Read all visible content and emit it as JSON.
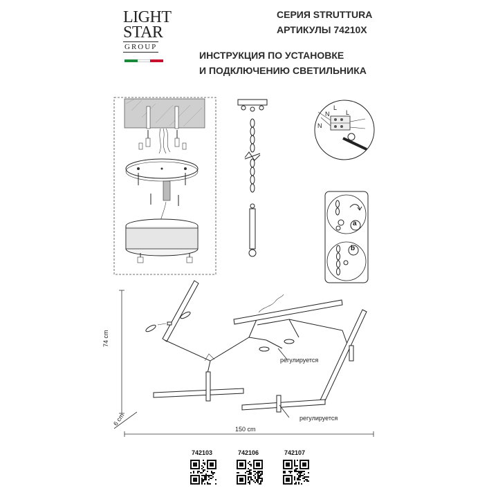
{
  "brand": {
    "line1": "LIGHT",
    "line2": "STAR",
    "line3": "GROUP",
    "flag_colors": [
      "#1a8a3a",
      "#ffffff",
      "#c8102e"
    ]
  },
  "header": {
    "series": "СЕРИЯ STRUTTURA",
    "articles": "АРТИКУЛЫ 74210X",
    "instruction_line1": "ИНСТРУКЦИЯ ПО УСТАНОВКЕ",
    "instruction_line2": "И ПОДКЛЮЧЕНИЮ СВЕТИЛЬНИКА"
  },
  "wiring": {
    "label_l1": "L",
    "label_n1": "N",
    "label_l2": "L",
    "label_n2": "N"
  },
  "steps": {
    "a": "a",
    "b": "b"
  },
  "dimensions": {
    "height": "74 cm",
    "depth": "6 cm",
    "width": "150 cm"
  },
  "notes": {
    "adjustable_1": "регулируется",
    "adjustable_2": "регулируется"
  },
  "articles": [
    {
      "code": "742103"
    },
    {
      "code": "742106"
    },
    {
      "code": "742107"
    }
  ]
}
